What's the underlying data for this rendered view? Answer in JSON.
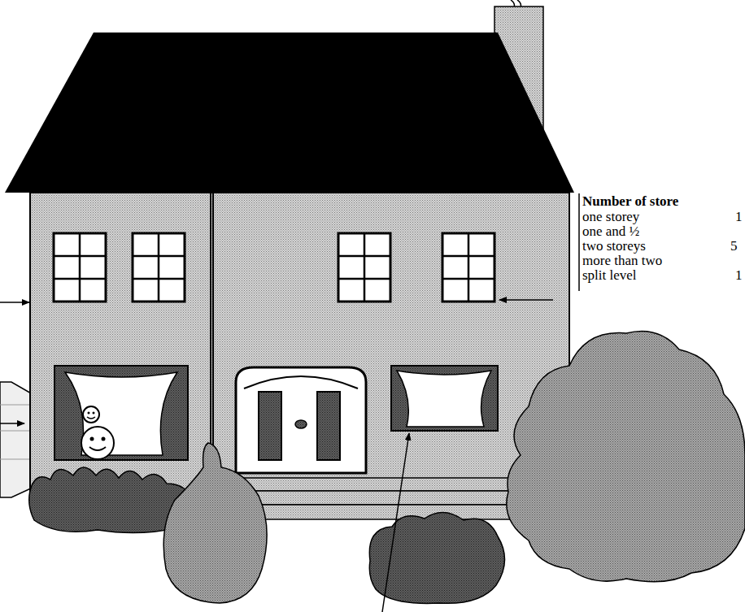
{
  "diagram": {
    "labels": [
      "Number of store",
      "one storey",
      "one and ½",
      "two storeys",
      "more than two",
      "split level",
      "1",
      "5",
      "1"
    ]
  }
}
